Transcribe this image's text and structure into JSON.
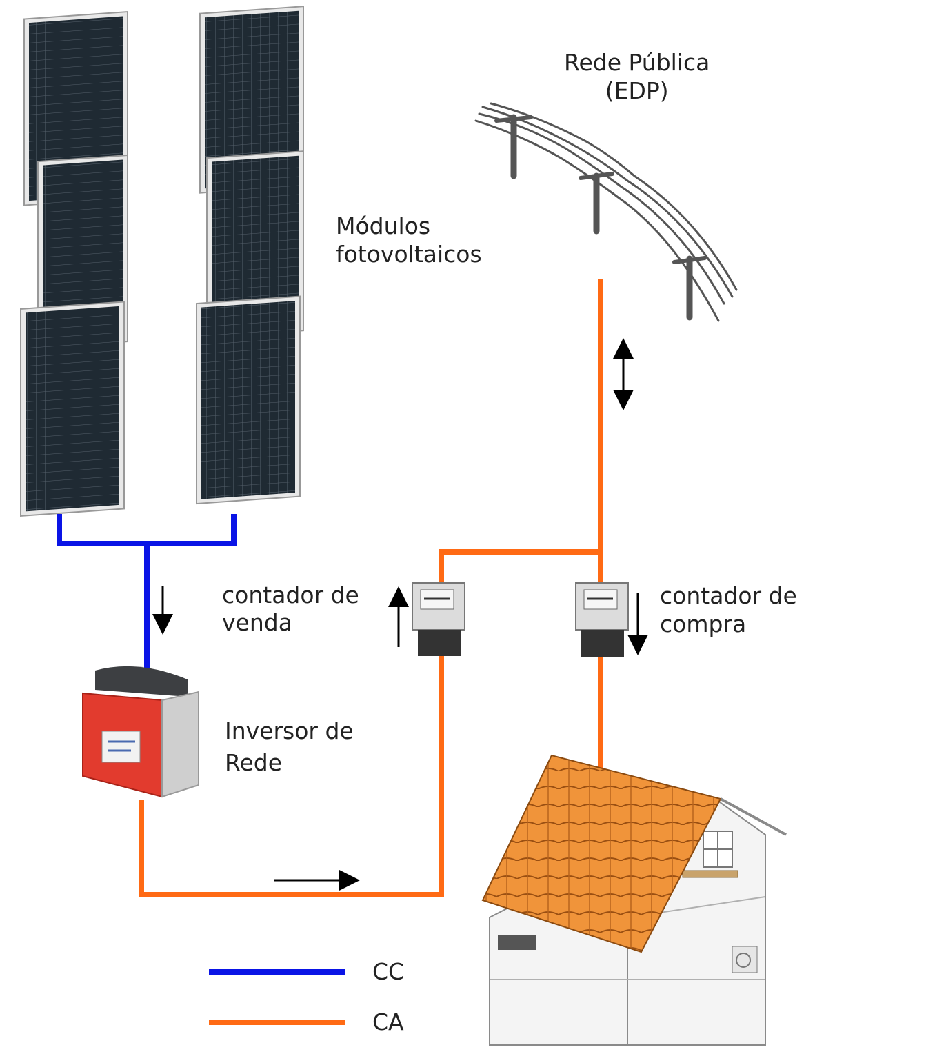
{
  "labels": {
    "grid_line1": "Rede Pública",
    "grid_line2": "(EDP)",
    "modules_line1": "Módulos",
    "modules_line2": "fotovoltaicos",
    "sell_meter_line1": "contador de",
    "sell_meter_line2": "venda",
    "buy_meter_line1": "contador de",
    "buy_meter_line2": "compra",
    "inverter_line1": "Inversor de",
    "inverter_line2": "Rede"
  },
  "legend": {
    "dc_label": "CC",
    "ac_label": "CA"
  },
  "colors": {
    "dc": "#0a14e6",
    "ac": "#ff6a14",
    "panel": "#1f2a33",
    "inverter": "#e23b2e",
    "roof": "#f0943a"
  }
}
